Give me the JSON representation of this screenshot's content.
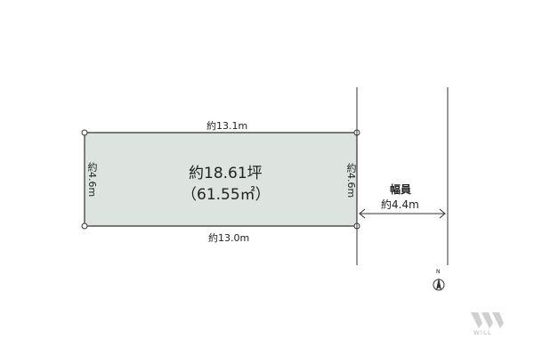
{
  "lot": {
    "top_dim": "約13.1m",
    "bottom_dim": "約13.0m",
    "left_dim": "約4.6m",
    "right_dim": "約4.6m",
    "area_tsubo": "約18.61坪",
    "area_sqm": "（61.55㎡）",
    "fill_color": "#dde3df",
    "stroke_color": "#333333"
  },
  "road": {
    "title": "幅員",
    "width": "約4.4m"
  },
  "compass": {
    "label": "N"
  },
  "logo": {
    "text": "WILL"
  }
}
